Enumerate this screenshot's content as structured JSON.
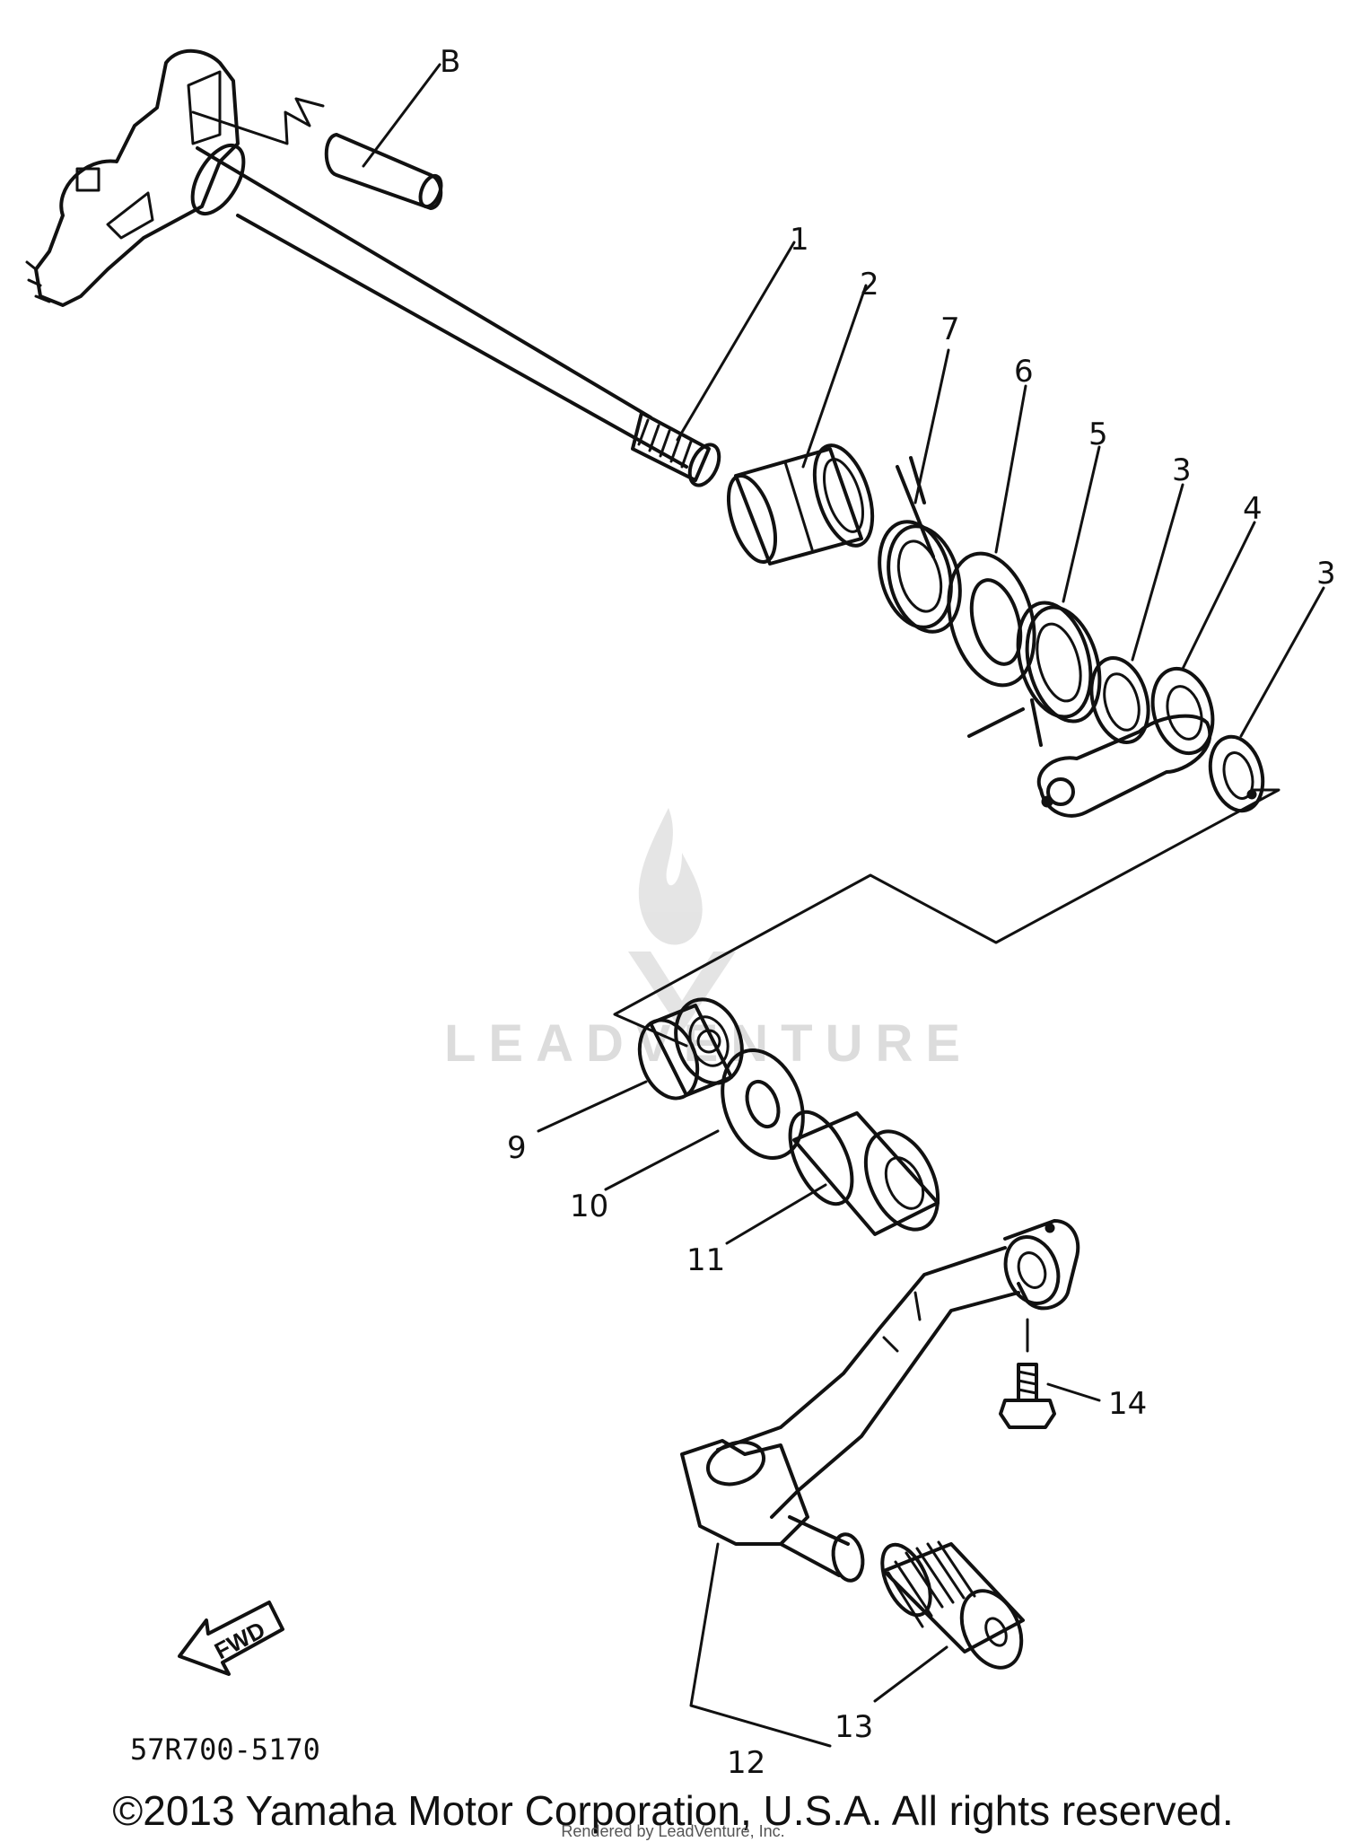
{
  "diagram": {
    "drawing_code": "57R700-5170",
    "watermark": "LEADVENTURE",
    "fwd_label": "FWD",
    "callouts": [
      {
        "id": "B",
        "text": "B"
      },
      {
        "id": "1",
        "text": "1"
      },
      {
        "id": "2",
        "text": "2"
      },
      {
        "id": "7",
        "text": "7"
      },
      {
        "id": "6",
        "text": "6"
      },
      {
        "id": "5",
        "text": "5"
      },
      {
        "id": "3a",
        "text": "3"
      },
      {
        "id": "4",
        "text": "4"
      },
      {
        "id": "3b",
        "text": "3"
      },
      {
        "id": "9",
        "text": "9"
      },
      {
        "id": "10",
        "text": "10"
      },
      {
        "id": "11",
        "text": "11"
      },
      {
        "id": "14",
        "text": "14"
      },
      {
        "id": "13",
        "text": "13"
      },
      {
        "id": "12",
        "text": "12"
      }
    ]
  },
  "footer": {
    "copyright": "©2013 Yamaha Motor Corporation, U.S.A. All rights reserved.",
    "rendered_by": "Rendered by LeadVenture, Inc."
  }
}
